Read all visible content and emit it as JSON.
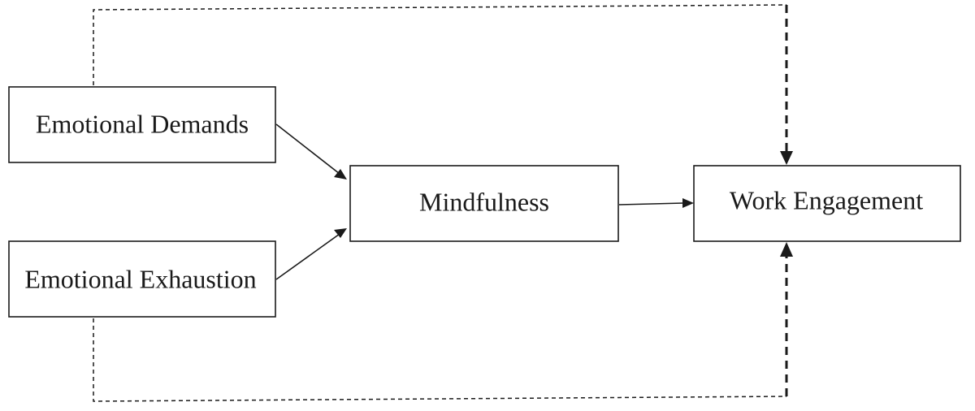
{
  "diagram": {
    "nodes": {
      "emotional_demands": "Emotional Demands",
      "emotional_exhaustion": "Emotional Exhaustion",
      "mindfulness": "Mindfulness",
      "work_engagement": "Work Engagement"
    },
    "edges": [
      {
        "from": "Emotional Demands",
        "to": "Mindfulness",
        "style": "solid"
      },
      {
        "from": "Emotional Exhaustion",
        "to": "Mindfulness",
        "style": "solid"
      },
      {
        "from": "Mindfulness",
        "to": "Work Engagement",
        "style": "solid"
      },
      {
        "from": "Emotional Demands",
        "to": "Work Engagement",
        "style": "dashed"
      },
      {
        "from": "Emotional Exhaustion",
        "to": "Work Engagement",
        "style": "dashed"
      }
    ]
  }
}
